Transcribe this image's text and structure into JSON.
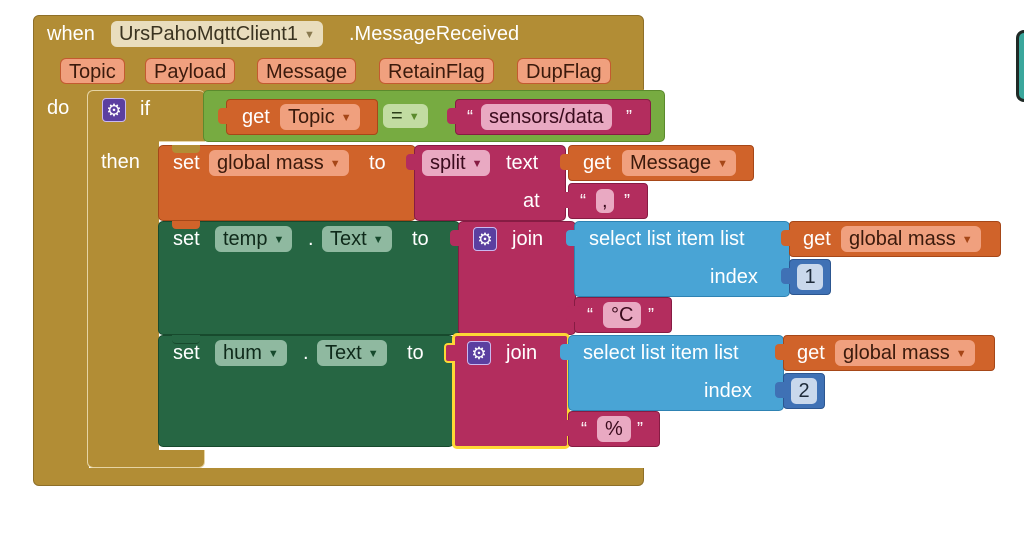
{
  "event": {
    "when_label": "when",
    "component": "UrsPahoMqttClient1",
    "event_name": ".MessageReceived",
    "params": [
      "Topic",
      "Payload",
      "Message",
      "RetainFlag",
      "DupFlag"
    ],
    "do_label": "do"
  },
  "if_block": {
    "if_label": "if",
    "then_label": "then",
    "get_label": "get",
    "get_var": "Topic",
    "operator": "=",
    "compare_text": "sensors/data"
  },
  "set_mass": {
    "set_label": "set",
    "var": "global mass",
    "to_label": "to",
    "split_op": "split",
    "text_label": "text",
    "at_label": "at",
    "get_label": "get",
    "get_var": "Message",
    "at_text": ","
  },
  "set_temp": {
    "set_label": "set",
    "component": "temp",
    "dot": ".",
    "property": "Text",
    "to_label": "to",
    "join_label": "join",
    "select_label": "select list item  list",
    "index_label": "index",
    "get_label": "get",
    "get_var": "global mass",
    "index_value": "1",
    "suffix_text": "°C"
  },
  "set_hum": {
    "set_label": "set",
    "component": "hum",
    "dot": ".",
    "property": "Text",
    "to_label": "to",
    "join_label": "join",
    "select_label": "select list item  list",
    "index_label": "index",
    "get_label": "get",
    "get_var": "global mass",
    "index_value": "2",
    "suffix_text": "%"
  },
  "symbols": {
    "open_quote": "“",
    "close_quote": "”",
    "caret": "▼",
    "gear": "⚙"
  },
  "colors": {
    "event": "#b28d35",
    "control": "#b28d35",
    "logic": "#77ab41",
    "variable": "#d0632a",
    "text": "#b32d5e",
    "component_set": "#266643",
    "list": "#49a4d5",
    "math": "#3f71b5",
    "selected": "#fdd835"
  }
}
